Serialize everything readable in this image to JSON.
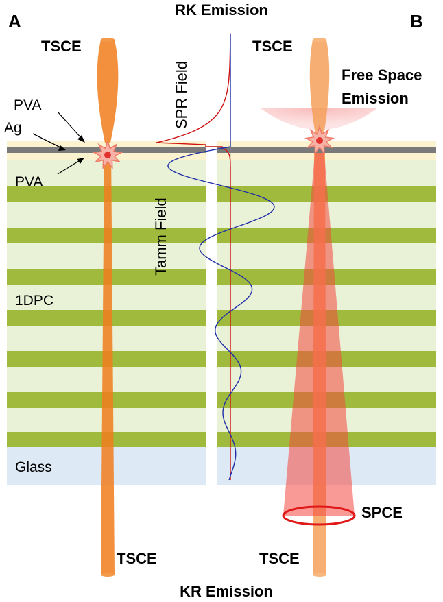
{
  "panels": {
    "a_label": "A",
    "b_label": "B"
  },
  "top_title": "RK Emission",
  "bottom_title": "KR Emission",
  "panel_a": {
    "tsce_top": "TSCE",
    "tsce_bottom": "TSCE",
    "pva_top": "PVA",
    "ag": "Ag",
    "pva_bottom": "PVA",
    "crystal": "1DPC",
    "substrate": "Glass"
  },
  "fields": {
    "spr": "SPR Field",
    "tamm": "Tamm Field"
  },
  "panel_b": {
    "tsce_top": "TSCE",
    "free_space_line1": "Free Space",
    "free_space_line2": "Emission",
    "spce": "SPCE",
    "tsce_bottom": "TSCE"
  },
  "colors": {
    "silver_layer": "#7a7a7a",
    "pva_layer": "#fbf3cf",
    "dielectric_dark": "#9fba3d",
    "dielectric_light": "#e9f1d6",
    "glass": "#dde9f4",
    "tsce_beam": "#f07c1c",
    "spce_cone": "#f4473f",
    "spr_curve": "#d01010",
    "tamm_curve": "#1f2ea8"
  }
}
